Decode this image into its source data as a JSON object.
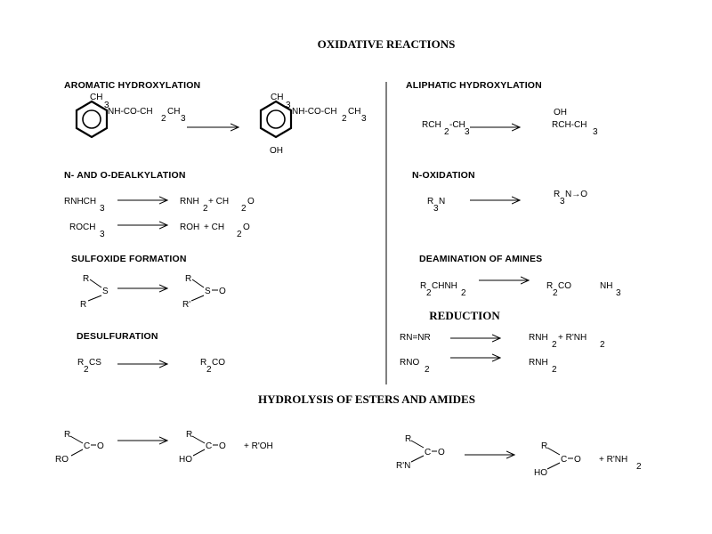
{
  "titles": {
    "oxidative": "OXIDATIVE REACTIONS",
    "reduction": "REDUCTION",
    "hydrolysis": "HYDROLYSIS OF ESTERS AND AMIDES"
  },
  "headings": {
    "aromatic": "AROMATIC HYDROXYLATION",
    "aliphatic": "ALIPHATIC HYDROXYLATION",
    "dealkylation": "N- AND O-DEALKYLATION",
    "noxidation": "N-OXIDATION",
    "sulfoxide": "SULFOXIDE FORMATION",
    "deamination": "DEAMINATION OF AMINES",
    "desulfuration": "DESULFURATION"
  },
  "aromatic": {
    "reactant": {
      "methyl": "CH",
      "methyl_sub": "3",
      "chain_a": "NH-CO-CH",
      "chain_b": "2",
      "chain_c": "CH",
      "chain_d": "3"
    },
    "product": {
      "methyl": "CH",
      "methyl_sub": "3",
      "chain_a": "NH-CO-CH",
      "chain_b": "2",
      "chain_c": "CH",
      "chain_d": "3",
      "hydroxyl": "OH"
    }
  },
  "aliphatic": {
    "reactant": {
      "a": "RCH",
      "b": "2",
      "c": "-CH",
      "d": "3"
    },
    "product": {
      "oh": "OH",
      "a": "RCH-CH",
      "b": "3"
    }
  },
  "dealkylation": {
    "r1_reactant": {
      "a": "RNHCH",
      "b": "3"
    },
    "r1_product": {
      "a": "RNH",
      "b": "2",
      "c": " + CH",
      "d": "2",
      "e": "O"
    },
    "r2_reactant": {
      "a": "ROCH",
      "b": "3"
    },
    "r2_product": {
      "a": "ROH",
      "c": " + CH",
      "d": "2",
      "e": "O"
    }
  },
  "noxidation": {
    "reactant": {
      "a": "R",
      "b": "3",
      "c": "N"
    },
    "product": {
      "a": "R",
      "b": "3",
      "c": "N→O"
    }
  },
  "sulfoxide": {
    "reactant": {
      "r_top": "R",
      "s": "S",
      "r_bottom": "R"
    },
    "product": {
      "r_top": "R",
      "s": "S",
      "o": "O",
      "r_bottom": "R'"
    }
  },
  "deamination": {
    "reactant": {
      "a": "R",
      "b": "2",
      "c": "CHNH",
      "d": "2"
    },
    "product": {
      "a": "R",
      "b": "2",
      "c": "CO",
      "e": "NH",
      "f": "3"
    }
  },
  "desulfuration": {
    "reactant": {
      "a": "R",
      "b": "2",
      "c": "CS"
    },
    "product": {
      "a": "R",
      "b": "2",
      "c": "CO"
    }
  },
  "reduction": {
    "r1_reactant": {
      "a": "RN=NR"
    },
    "r1_product": {
      "a": "RNH",
      "b": "2",
      "c": " + R'NH",
      "d": "2"
    },
    "r2_reactant": {
      "a": "RNO",
      "b": "2"
    },
    "r2_product": {
      "a": "RNH",
      "b": "2"
    }
  },
  "hydrolysis": {
    "ester_reactant": {
      "r": "R",
      "c": "C",
      "o": "O",
      "or": "RO"
    },
    "ester_product": {
      "r": "R",
      "c": "C",
      "o": "O",
      "ho": "HO",
      "plus": "+ R'OH"
    },
    "amide_reactant": {
      "r": "R",
      "c": "C",
      "o": "O",
      "rn": "R'N"
    },
    "amide_product": {
      "r": "R",
      "c": "C",
      "o": "O",
      "ho": "HO",
      "plus": "+ R'NH",
      "plus_sub": "2"
    }
  }
}
